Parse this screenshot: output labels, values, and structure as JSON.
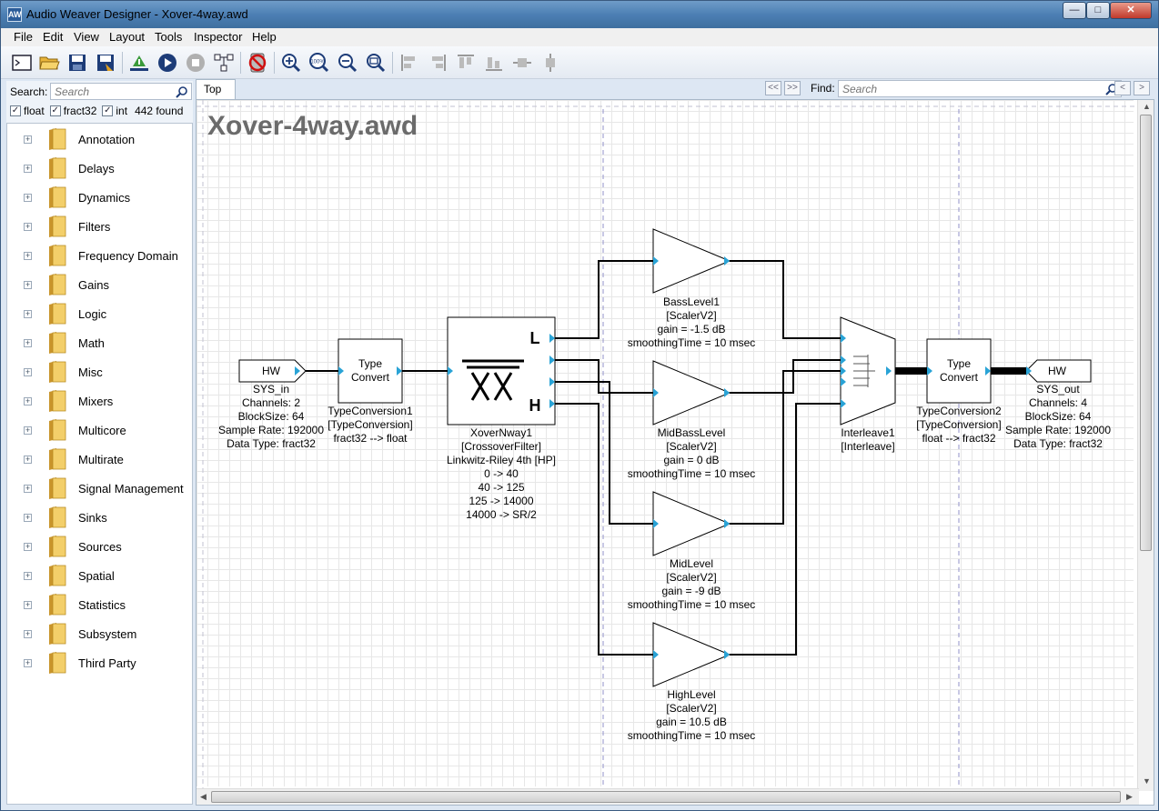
{
  "window": {
    "title": "Audio Weaver Designer - Xover-4way.awd",
    "app_icon": "AW",
    "min": "—",
    "max": "□",
    "close": "✕"
  },
  "menu": [
    "File",
    "Edit",
    "View",
    "Layout",
    "Tools",
    "Inspector",
    "Help"
  ],
  "toolbar_icons": [
    "new-icon",
    "open-icon",
    "save-icon",
    "save-as-icon",
    "build-icon",
    "run-icon",
    "stop-icon",
    "layout-icon",
    "target-icon",
    "zoom-in-icon",
    "zoom-100-icon",
    "zoom-out-icon",
    "zoom-fit-icon",
    "align-left-icon",
    "align-right-icon",
    "align-top-icon",
    "align-bottom-icon",
    "distribute-h-icon",
    "distribute-v-icon"
  ],
  "module_browser": {
    "search_label": "Search:",
    "search_placeholder": "Search",
    "filters": [
      {
        "label": "float",
        "checked": true
      },
      {
        "label": "fract32",
        "checked": true
      },
      {
        "label": "int",
        "checked": true
      }
    ],
    "found": "442 found",
    "folders": [
      "Annotation",
      "Delays",
      "Dynamics",
      "Filters",
      "Frequency Domain",
      "Gains",
      "Logic",
      "Math",
      "Misc",
      "Mixers",
      "Multicore",
      "Multirate",
      "Signal Management",
      "Sinks",
      "Sources",
      "Spatial",
      "Statistics",
      "Subsystem",
      "Third Party"
    ]
  },
  "tabs": {
    "active": "Top",
    "back": "<<",
    "forward": ">>",
    "find_label": "Find:",
    "find_placeholder": "Search"
  },
  "diagram": {
    "title": "Xover-4way.awd",
    "sys_in": {
      "box": "HW",
      "label": "SYS_in\nChannels: 2\nBlockSize: 64\nSample Rate: 192000\nData Type: fract32"
    },
    "type_conv1": {
      "box": "Type\nConvert",
      "label": "TypeConversion1\n[TypeConversion]\nfract32 --> float"
    },
    "xover": {
      "port_low": "L",
      "port_high": "H",
      "label": "XoverNway1\n[CrossoverFilter]\nLinkwitz-Riley 4th [HP]\n0 -> 40\n40 -> 125\n125 -> 14000\n14000 -> SR/2"
    },
    "bass": {
      "label": "BassLevel1\n[ScalerV2]\ngain = -1.5 dB\nsmoothingTime = 10 msec"
    },
    "midbass": {
      "label": "MidBassLevel\n[ScalerV2]\ngain = 0 dB\nsmoothingTime = 10 msec"
    },
    "mid": {
      "label": "MidLevel\n[ScalerV2]\ngain = -9 dB\nsmoothingTime = 10 msec"
    },
    "high": {
      "label": "HighLevel\n[ScalerV2]\ngain = 10.5 dB\nsmoothingTime = 10 msec"
    },
    "interleave": {
      "label": "Interleave1\n[Interleave]"
    },
    "type_conv2": {
      "box": "Type\nConvert",
      "label": "TypeConversion2\n[TypeConversion]\nfloat --> fract32"
    },
    "sys_out": {
      "box": "HW",
      "label": "SYS_out\nChannels: 4\nBlockSize: 64\nSample Rate: 192000\nData Type: fract32"
    }
  },
  "colors": {
    "port": "#29a3d6",
    "wire": "#000000",
    "grid": "#e7e7e7",
    "title": "#6b6b6b"
  }
}
